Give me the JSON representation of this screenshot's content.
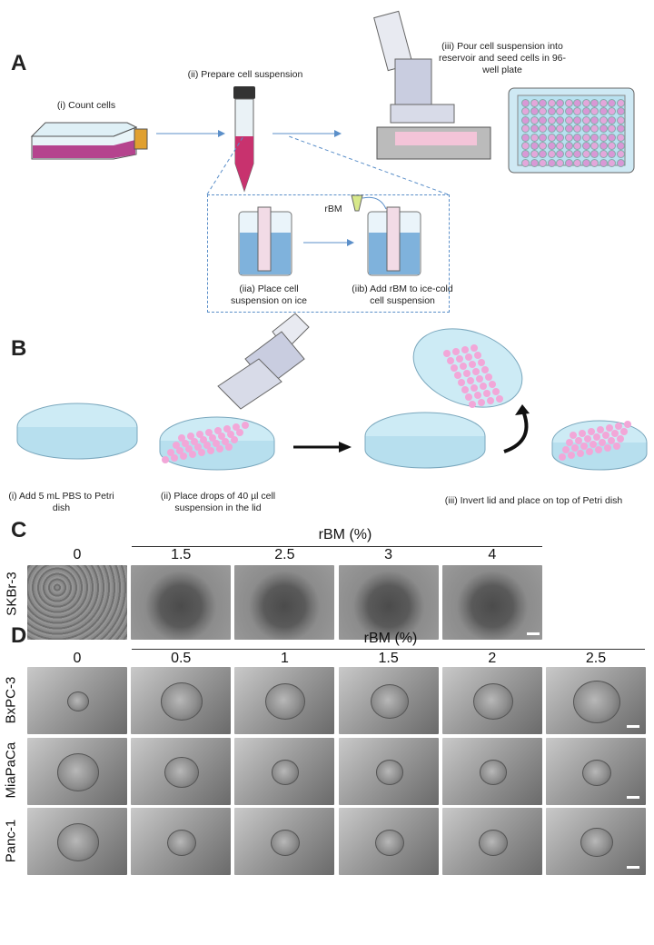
{
  "panels": {
    "a": {
      "letter": "A",
      "step_i": "(i) Count cells",
      "step_ii": "(ii) Prepare cell suspension",
      "step_iii": "(iii) Pour cell suspension into reservoir and seed cells in 96-well plate",
      "step_iia": "(iia) Place cell suspension on ice",
      "step_iib": "(iib) Add rBM to ice-cold cell suspension",
      "rbm_label": "rBM"
    },
    "b": {
      "letter": "B",
      "step_i": "(i) Add 5 mL PBS to Petri dish",
      "step_ii": "(ii) Place drops of 40 µl cell suspension in the lid",
      "step_iii": "(iii) Invert lid and place on top of Petri dish"
    },
    "c": {
      "letter": "C",
      "group_title": "rBM (%)",
      "columns": [
        "0",
        "1.5",
        "2.5",
        "3",
        "4"
      ],
      "row_label": "SKBr-3"
    },
    "d": {
      "letter": "D",
      "group_title": "rBM (%)",
      "columns": [
        "0",
        "0.5",
        "1",
        "1.5",
        "2",
        "2.5"
      ],
      "rows": [
        "BxPC-3",
        "MiaPaCa",
        "Panc-1"
      ]
    }
  },
  "colors": {
    "arrow_blue": "#5b8fc9",
    "media_pink": "#c8326e",
    "drop_pink": "#f2a7d8",
    "dish_blue": "#cdebf5"
  }
}
